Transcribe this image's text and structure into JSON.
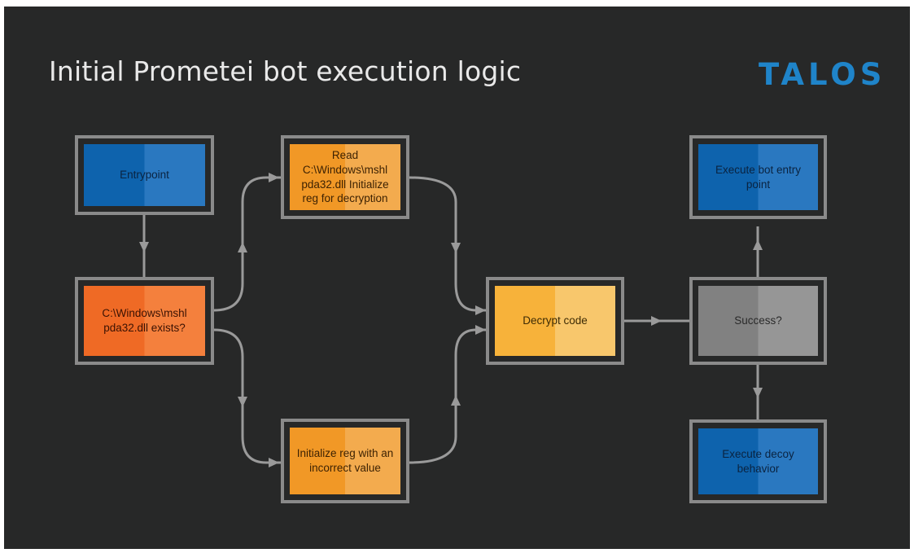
{
  "title": "Initial Prometei bot execution logic",
  "logo": "TALOS",
  "colors": {
    "background": "#272828",
    "frame": "#8a8a8a",
    "connector": "#9a9a9a",
    "blue": "#0e63ad",
    "orange_red": "#ef6a25",
    "orange": "#f19826",
    "yellow": "#f7b23a",
    "gray": "#818181",
    "logo": "#1f84c9"
  },
  "nodes": {
    "entrypoint": "Entrypoint",
    "check_file": "C:\\Windows\\mshl pda32.dll exists?",
    "read_init": "Read C:\\Windows\\mshl pda32.dll Initialize reg for decryption",
    "init_incorrect": "Initialize reg with an incorrect value",
    "decrypt": "Decrypt code",
    "success": "Success?",
    "exec_bot": "Execute bot entry point",
    "exec_decoy": "Execute decoy behavior"
  }
}
